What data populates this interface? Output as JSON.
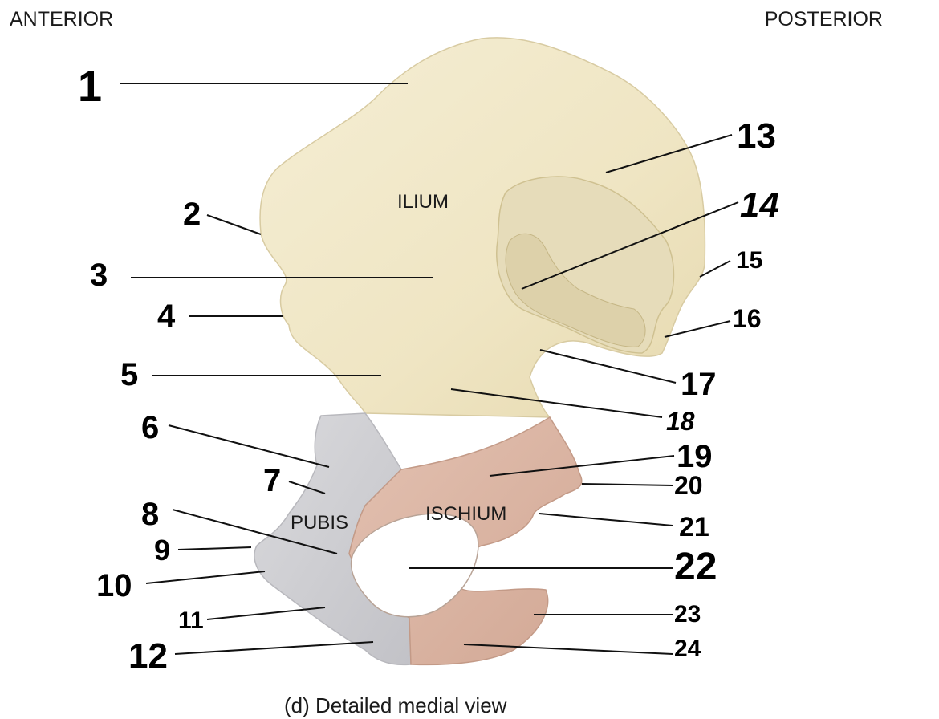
{
  "orientation": {
    "left": "ANTERIOR",
    "right": "POSTERIOR"
  },
  "regions": {
    "ilium": "ILIUM",
    "pubis": "PUBIS",
    "ischium": "ISCHIUM"
  },
  "caption": "(d) Detailed medial view",
  "labels": [
    "1",
    "2",
    "3",
    "4",
    "5",
    "6",
    "7",
    "8",
    "9",
    "10",
    "11",
    "12",
    "13",
    "14",
    "15",
    "16",
    "17",
    "18",
    "19",
    "20",
    "21",
    "22",
    "23",
    "24"
  ],
  "colors": {
    "ilium": "#efe6c6",
    "pubis": "#cfcfd3",
    "ischium": "#dcb6a5",
    "auricular": "#e2d9b8"
  }
}
